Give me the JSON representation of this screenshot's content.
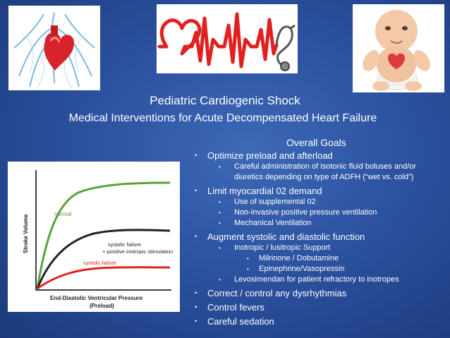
{
  "title": "Pediatric Cardiogenic Shock",
  "subtitle": "Medical Interventions for Acute Decompensated Heart Failure",
  "goals_heading": "Overall Goals",
  "bullets": [
    {
      "level": 1,
      "text": "Optimize preload and afterload"
    },
    {
      "level": 2,
      "text": "Careful administration of isotonic fluid boluses and/or"
    },
    {
      "level": 2,
      "text": "diuretics depending on type of ADFH (“wet vs. cold”)",
      "cont": true
    },
    {
      "level": 1,
      "text": "Limit myocardial 02 demand"
    },
    {
      "level": 2,
      "text": "Use of supplemental 02"
    },
    {
      "level": 2,
      "text": "Non-invasive positive pressure ventilation"
    },
    {
      "level": 2,
      "text": "Mechanical Ventilation"
    },
    {
      "level": 1,
      "text": "Augment systolic and diastolic function"
    },
    {
      "level": 2,
      "text": "Inotropic / lusitropic Support"
    },
    {
      "level": 3,
      "text": "Milrinone / Dobutamine"
    },
    {
      "level": 3,
      "text": "Epinephrine/Vasopressin"
    },
    {
      "level": 2,
      "text": "Levosimendan for patient refractory to inotropes"
    },
    {
      "level": 1,
      "text": "Correct / control any dysrhythmias"
    },
    {
      "level": 1,
      "text": "Control fevers"
    },
    {
      "level": 1,
      "text": "Careful sedation"
    }
  ],
  "graph": {
    "ylabel": "Stroke Volume",
    "xlabel_line1": "End-Diastolic Ventricular Pressure",
    "xlabel_line2": "(Preload)",
    "label_normal": "normal",
    "label_sf1": "systolic failure",
    "label_sf2": "+ positive inotropic stimulation",
    "label_sf": "systolic failure"
  },
  "colors": {
    "curve_normal": "#5aa338",
    "curve_sf_inotrope": "#222222",
    "curve_sf": "#e0211f"
  }
}
